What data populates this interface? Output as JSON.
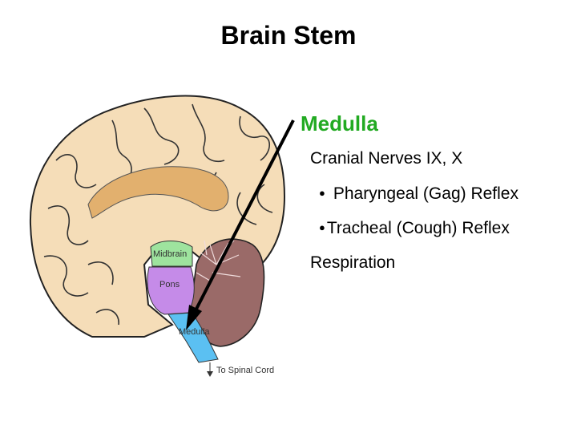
{
  "slide": {
    "title": "Brain Stem",
    "heading": "Medulla",
    "heading_color": "#22aa22",
    "lines": [
      "Cranial Nerves IX, X",
      "Pharyngeal (Gag) Reflex",
      "Tracheal (Cough) Reflex",
      "Respiration"
    ],
    "bullet_glyph": "●"
  },
  "diagram": {
    "labels": {
      "midbrain": "Midbrain",
      "pons": "Pons",
      "medulla": "Medulla",
      "spinal_cord": "To Spinal Cord"
    },
    "colors": {
      "cerebrum": "#f5ddb8",
      "corpus_callosum": "#e2b06e",
      "midbrain": "#9ee39e",
      "pons": "#c58be8",
      "medulla": "#5bc0f2",
      "cerebellum": "#9a6a68",
      "arrow": "#000000"
    }
  }
}
